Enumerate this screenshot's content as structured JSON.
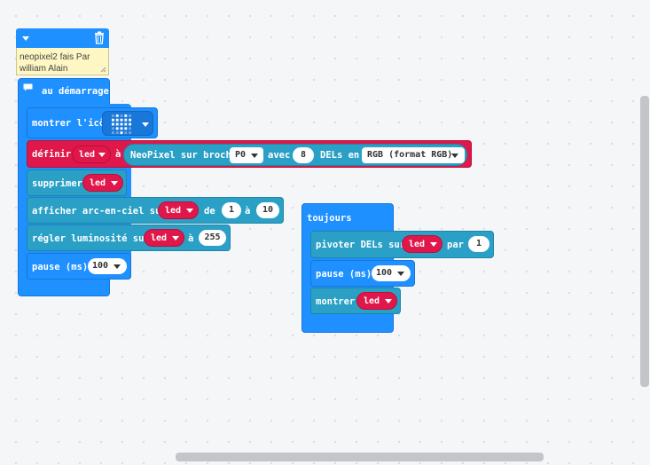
{
  "comment": {
    "text_line1": "neopixel2 fais Par",
    "text_line2": "william Alain"
  },
  "on_start": {
    "hat_label": "au démarrage",
    "show_icon": {
      "label": "montrer l'icône",
      "icon": "heart-icon"
    },
    "set_strip": {
      "label_set": "définir",
      "variable": "led",
      "label_to": "à",
      "neopixel_label": "NeoPixel sur broche",
      "pin": "P0",
      "with_label": "avec",
      "num_leds": "8",
      "leds_in_label": "DELs en",
      "mode": "RGB (format RGB)"
    },
    "clear": {
      "label": "supprimer",
      "variable": "led"
    },
    "rainbow": {
      "label": "afficher arc-en-ciel sur",
      "variable": "led",
      "from_label": "de",
      "from_value": "1",
      "to_label": "à",
      "to_value": "10"
    },
    "brightness": {
      "label": "régler luminosité sur",
      "variable": "led",
      "to_label": "à",
      "value": "255"
    },
    "pause": {
      "label": "pause (ms)",
      "value": "100"
    }
  },
  "forever": {
    "hat_label": "toujours",
    "rotate": {
      "label": "pivoter DELs sur",
      "variable": "led",
      "by_label": "par",
      "value": "1"
    },
    "pause": {
      "label": "pause (ms)",
      "value": "100"
    },
    "show": {
      "label": "montrer",
      "variable": "led"
    }
  },
  "colors": {
    "basic": "#1e90ff",
    "neopixel": "#2aa0c6",
    "variable": "#e0174a"
  }
}
